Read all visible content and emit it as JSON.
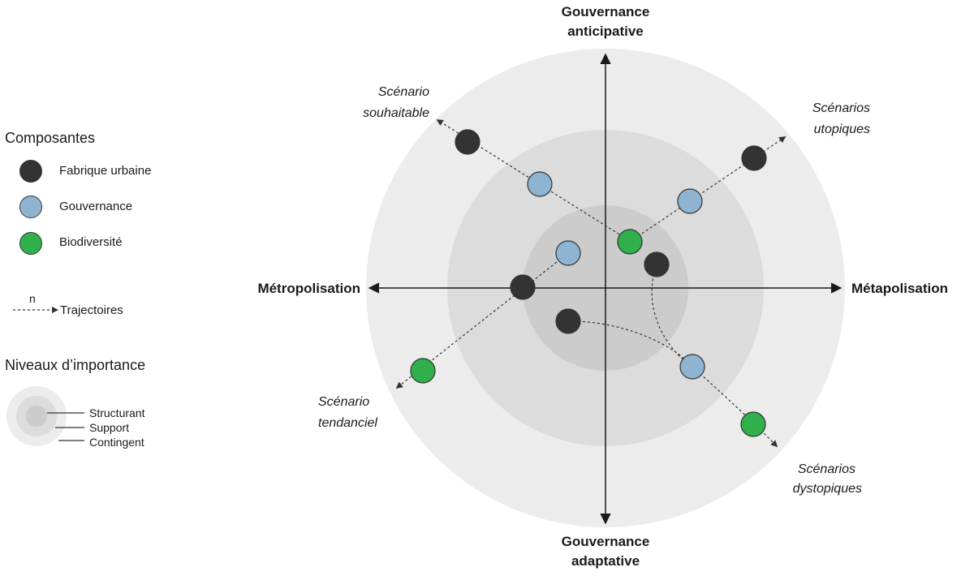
{
  "legend": {
    "components_title": "Composantes",
    "components": [
      {
        "label": "Fabrique urbaine",
        "color": "#333333",
        "icon": "black-circle"
      },
      {
        "label": "Gouvernance",
        "color": "#8fb4d2",
        "icon": "blue-circle"
      },
      {
        "label": "Biodiversité",
        "color": "#2fb04a",
        "icon": "green-circle"
      }
    ],
    "trajectory_n": "n",
    "trajectory_label": "Trajectoires",
    "levels_title": "Niveaux d’importance",
    "levels": [
      "Structurant",
      "Support",
      "Contingent"
    ]
  },
  "axes": {
    "top": [
      "Gouvernance",
      "anticipative"
    ],
    "bottom": [
      "Gouvernance",
      "adaptative"
    ],
    "left": "Métropolisation",
    "right": "Métapolisation"
  },
  "scenarios": {
    "upper_left": [
      "Scénario",
      "souhaitable"
    ],
    "upper_right": [
      "Scénarios",
      "utopiques"
    ],
    "lower_left": [
      "Scénario",
      "tendanciel"
    ],
    "lower_right": [
      "Scénarios",
      "dystopiques"
    ]
  },
  "colors": {
    "fabrique": "#333333",
    "gouvernance": "#8fb4d2",
    "biodiversite": "#2fb04a",
    "ring_contingent": "#ececec",
    "ring_support": "#dcdcdc",
    "ring_structurant": "#cccccc"
  }
}
